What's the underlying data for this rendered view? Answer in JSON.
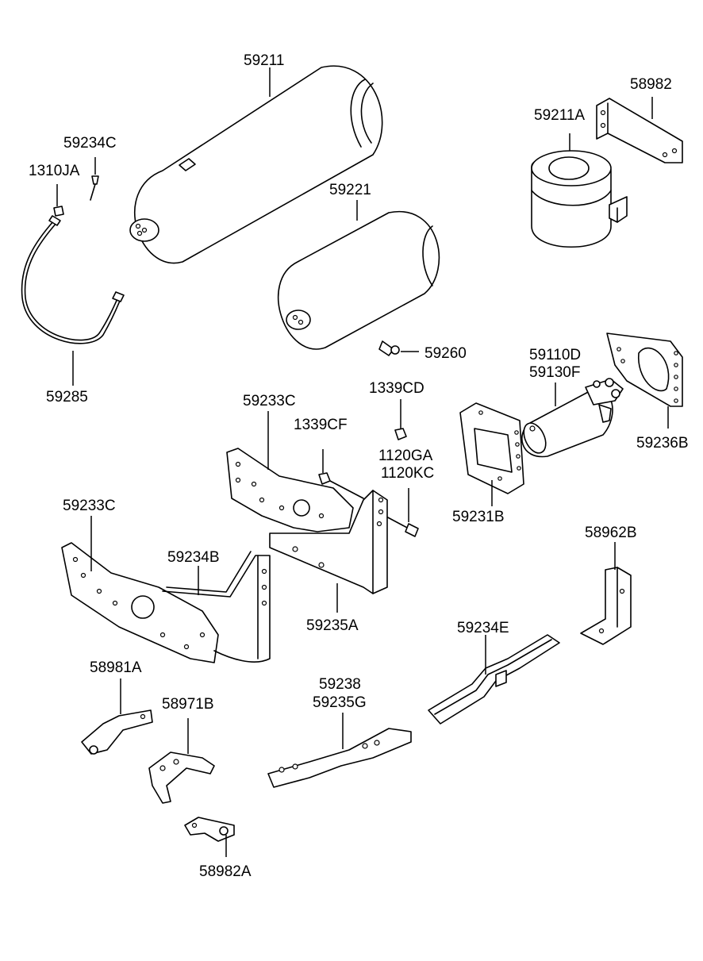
{
  "diagram": {
    "labels": {
      "p59211": "59211",
      "p58982": "58982",
      "p59211A": "59211A",
      "p59234C": "59234C",
      "p1310JA": "1310JA",
      "p59221": "59221",
      "p59285": "59285",
      "p59260": "59260",
      "p59110D": "59110D",
      "p59130F": "59130F",
      "p1339CD": "1339CD",
      "p59233C_top": "59233C",
      "p1339CF": "1339CF",
      "p1120GA": "1120GA",
      "p1120KC": "1120KC",
      "p59236B": "59236B",
      "p59231B": "59231B",
      "p59233C_left": "59233C",
      "p58962B": "58962B",
      "p59234B": "59234B",
      "p59235A": "59235A",
      "p59234E": "59234E",
      "p58981A": "58981A",
      "p59238": "59238",
      "p59235G": "59235G",
      "p58971B": "58971B",
      "p58982A": "58982A"
    }
  }
}
